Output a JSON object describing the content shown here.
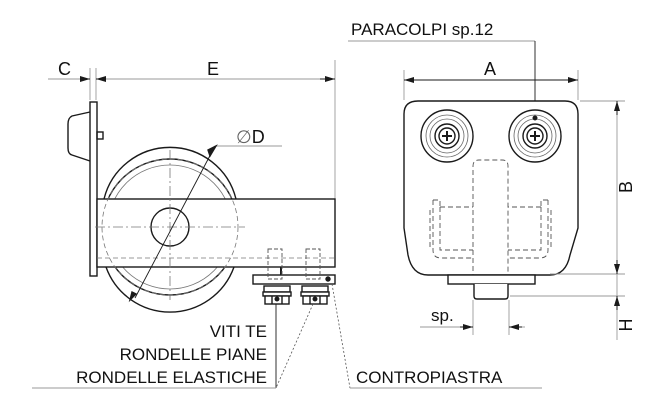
{
  "diagram": {
    "type": "technical-drawing",
    "views": [
      "side-view",
      "front-view"
    ],
    "line_color": "#1a1a1a",
    "dim_color": "#9a9a9a"
  },
  "dimensions": {
    "A": "A",
    "B": "B",
    "C": "C",
    "D_symbol": "∅",
    "D": "D",
    "E": "E",
    "H": "H",
    "sp": "sp."
  },
  "callouts": {
    "paracolpi": "PARACOLPI sp.12",
    "viti": "VITI TE",
    "rondelle_piane": "RONDELLE PIANE",
    "rondelle_elastiche": "RONDELLE ELASTICHE",
    "contropiastra": "CONTROPIASTRA"
  }
}
